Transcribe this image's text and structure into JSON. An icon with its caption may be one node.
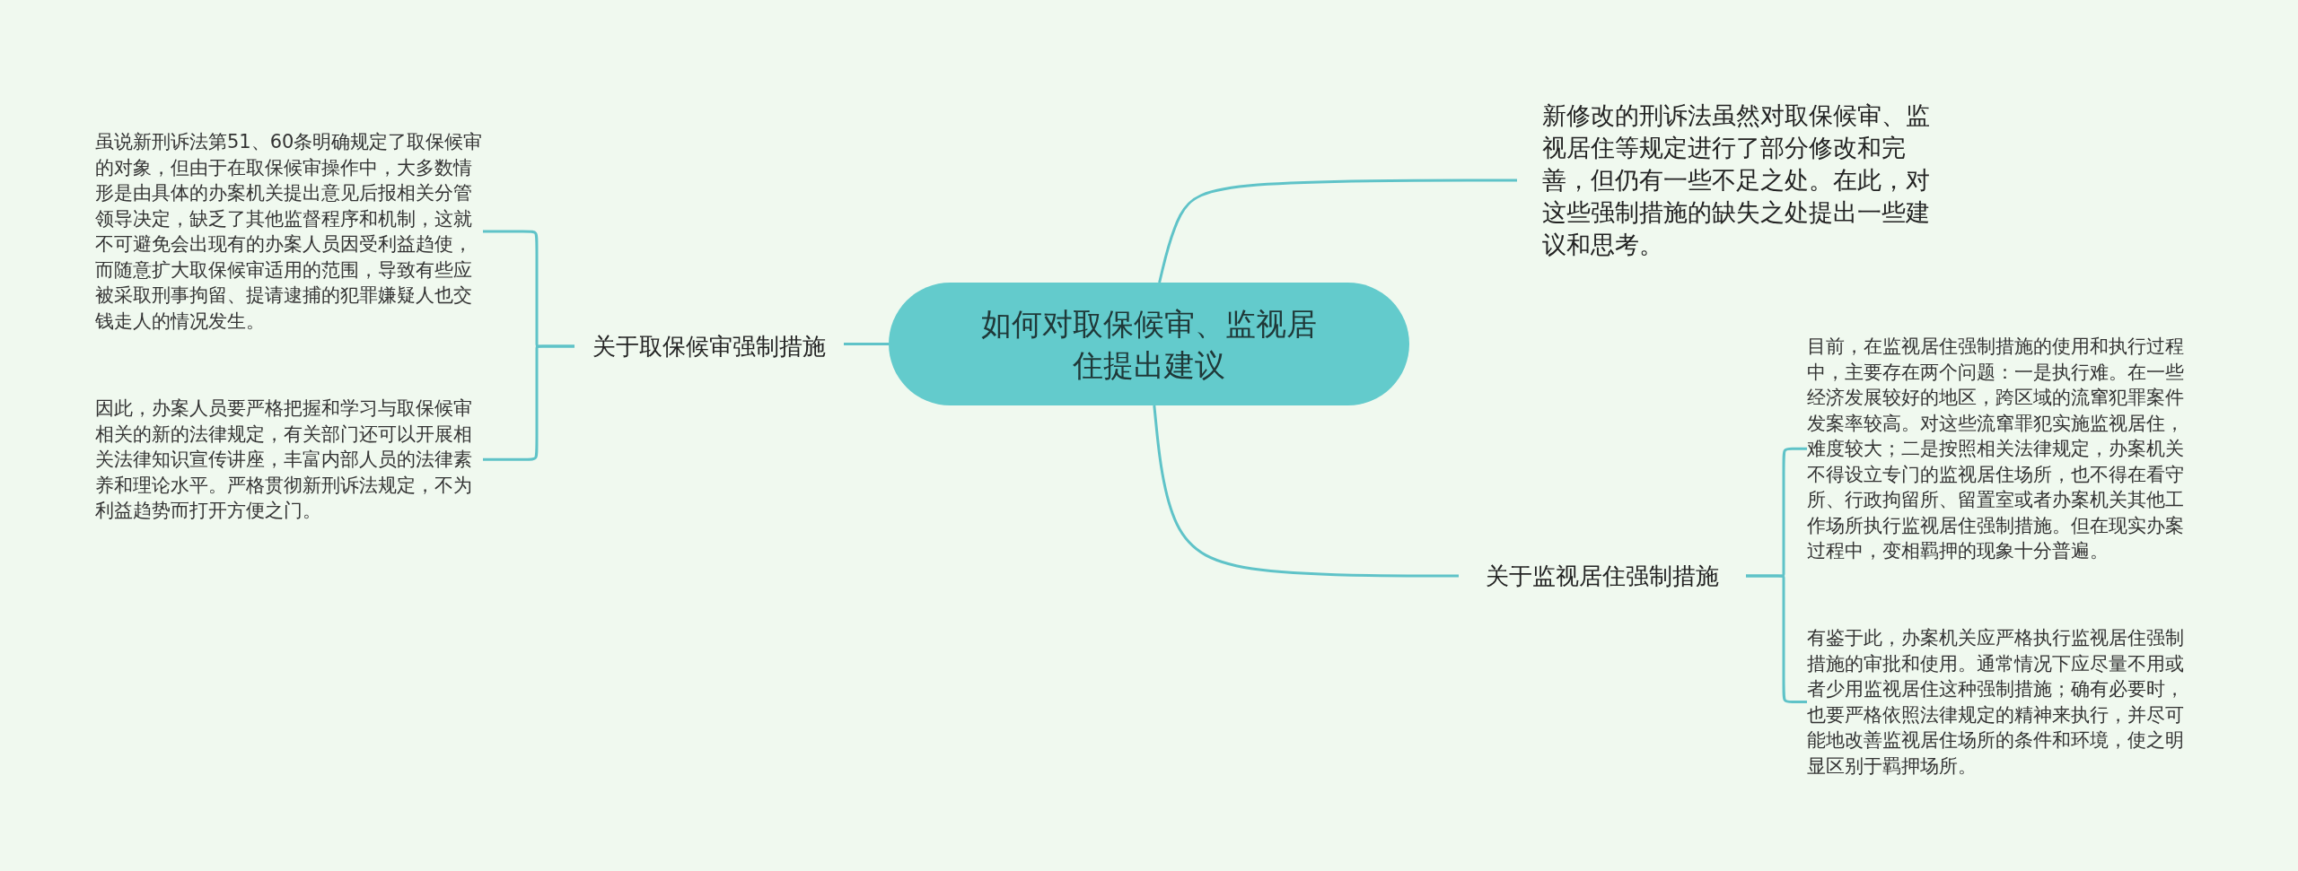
{
  "diagram": {
    "nodes": [
      {
        "text": [
          "如何对取保候审、监视居住提出建议"
        ]
      },
      {
        "text": [
          "新修改的刑诉法虽然对取保候审、监视居住等规定进行了部分修改和完善，但仍有一些不足之处。在此，对这些强制措施的缺失之处提出一些建议和思考。"
        ]
      },
      {
        "text": [
          "关于取保候审强制措施"
        ]
      },
      {
        "text": [
          "虽说新刑诉法第51、60条明确规定了取保候审的对象，但由于在取保候审操作中，大多数情形是由具体的办案机关提出意见后报相关分管领导决定，缺乏了其他监督程序和机制，这就不可避免会出现有的办案人员因受利益趋使，而随意扩大取保候审适用的范围，导致有些应被采取刑事拘留、提请逮捕的犯罪嫌疑人也交钱走人的情况发生。"
        ]
      },
      {
        "text": [
          "因此，办案人员要严格把握和学习与取保候审相关的新的法律规定，有关部门还可以开展相关法律知识宣传讲座，丰富内部人员的法律素养和理论水平。严格贯彻新刑诉法规定，不为利益趋势而打开方便之门。"
        ]
      },
      {
        "text": [
          "关于监视居住强制措施"
        ]
      },
      {
        "text": [
          "目前，在监视居住强制措施的使用和执行过程中，主要存在两个问题：一是执行难。在一些经济发展较好的地区，跨区域的流窜犯罪案件发案率较高。对这些流窜罪犯实施监视居住，难度较大；二是按照相关法律规定，办案机关不得设立专门的监视居住场所，也不得在看守所、行政拘留所、留置室或者办案机关其他工作场所执行监视居住强制措施。但在现实办案过程中，变相羁押的现象十分普遍。"
        ]
      },
      {
        "text": [
          "有鉴于此，办案机关应严格执行监视居住强制措施的审批和使用。通常情况下应尽量不用或者少用监视居住这种强制措施；确有必要时，也要严格依照法律规定的精神来执行，并尽可能地改善监视居住场所的条件和环境，使之明显区别于羁押场所。"
        ]
      }
    ],
    "edges": [
      {
        "from": 0,
        "to": 1,
        "arrow": "none"
      },
      {
        "from": 0,
        "to": 2,
        "arrow": "none"
      },
      {
        "from": 2,
        "to": 3,
        "arrow": "none"
      },
      {
        "from": 2,
        "to": 4,
        "arrow": "none"
      },
      {
        "from": 0,
        "to": 5,
        "arrow": "none"
      },
      {
        "from": 5,
        "to": 6,
        "arrow": "none"
      },
      {
        "from": 5,
        "to": 7,
        "arrow": "none"
      }
    ]
  }
}
